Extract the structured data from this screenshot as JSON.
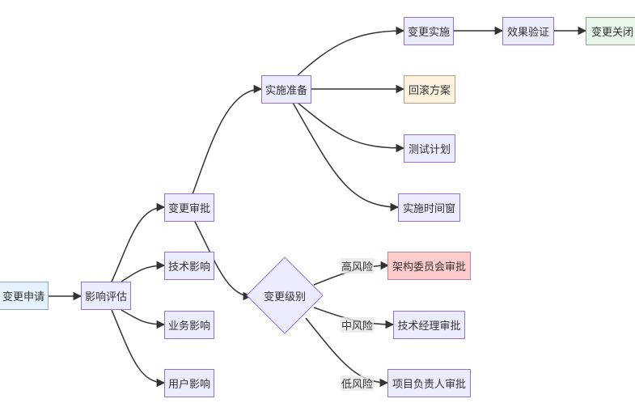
{
  "nodes": {
    "change_request": "变更申请",
    "impact_assessment": "影响评估",
    "change_approval": "变更审批",
    "tech_impact": "技术影响",
    "business_impact": "业务影响",
    "user_impact": "用户影响",
    "change_level": "变更级别",
    "implementation_prep": "实施准备",
    "change_implementation": "变更实施",
    "effect_verification": "效果验证",
    "change_close": "变更关闭",
    "rollback_plan": "回滚方案",
    "test_plan": "测试计划",
    "implementation_window": "实施时间窗",
    "architecture_committee_approval": "架构委员会审批",
    "tech_manager_approval": "技术经理审批",
    "project_owner_approval": "项目负责人审批"
  },
  "edge_labels": {
    "high_risk": "高风险",
    "medium_risk": "中风险",
    "low_risk": "低风险"
  },
  "colors": {
    "node_fill": "#ECECFF",
    "node_border": "#9370DB",
    "rollback_fill": "#FFF3E0",
    "arch_fill": "#FFCCCC",
    "close_fill": "#E8F5E9",
    "start_fill": "#E3F2FD",
    "edge": "#333333"
  }
}
